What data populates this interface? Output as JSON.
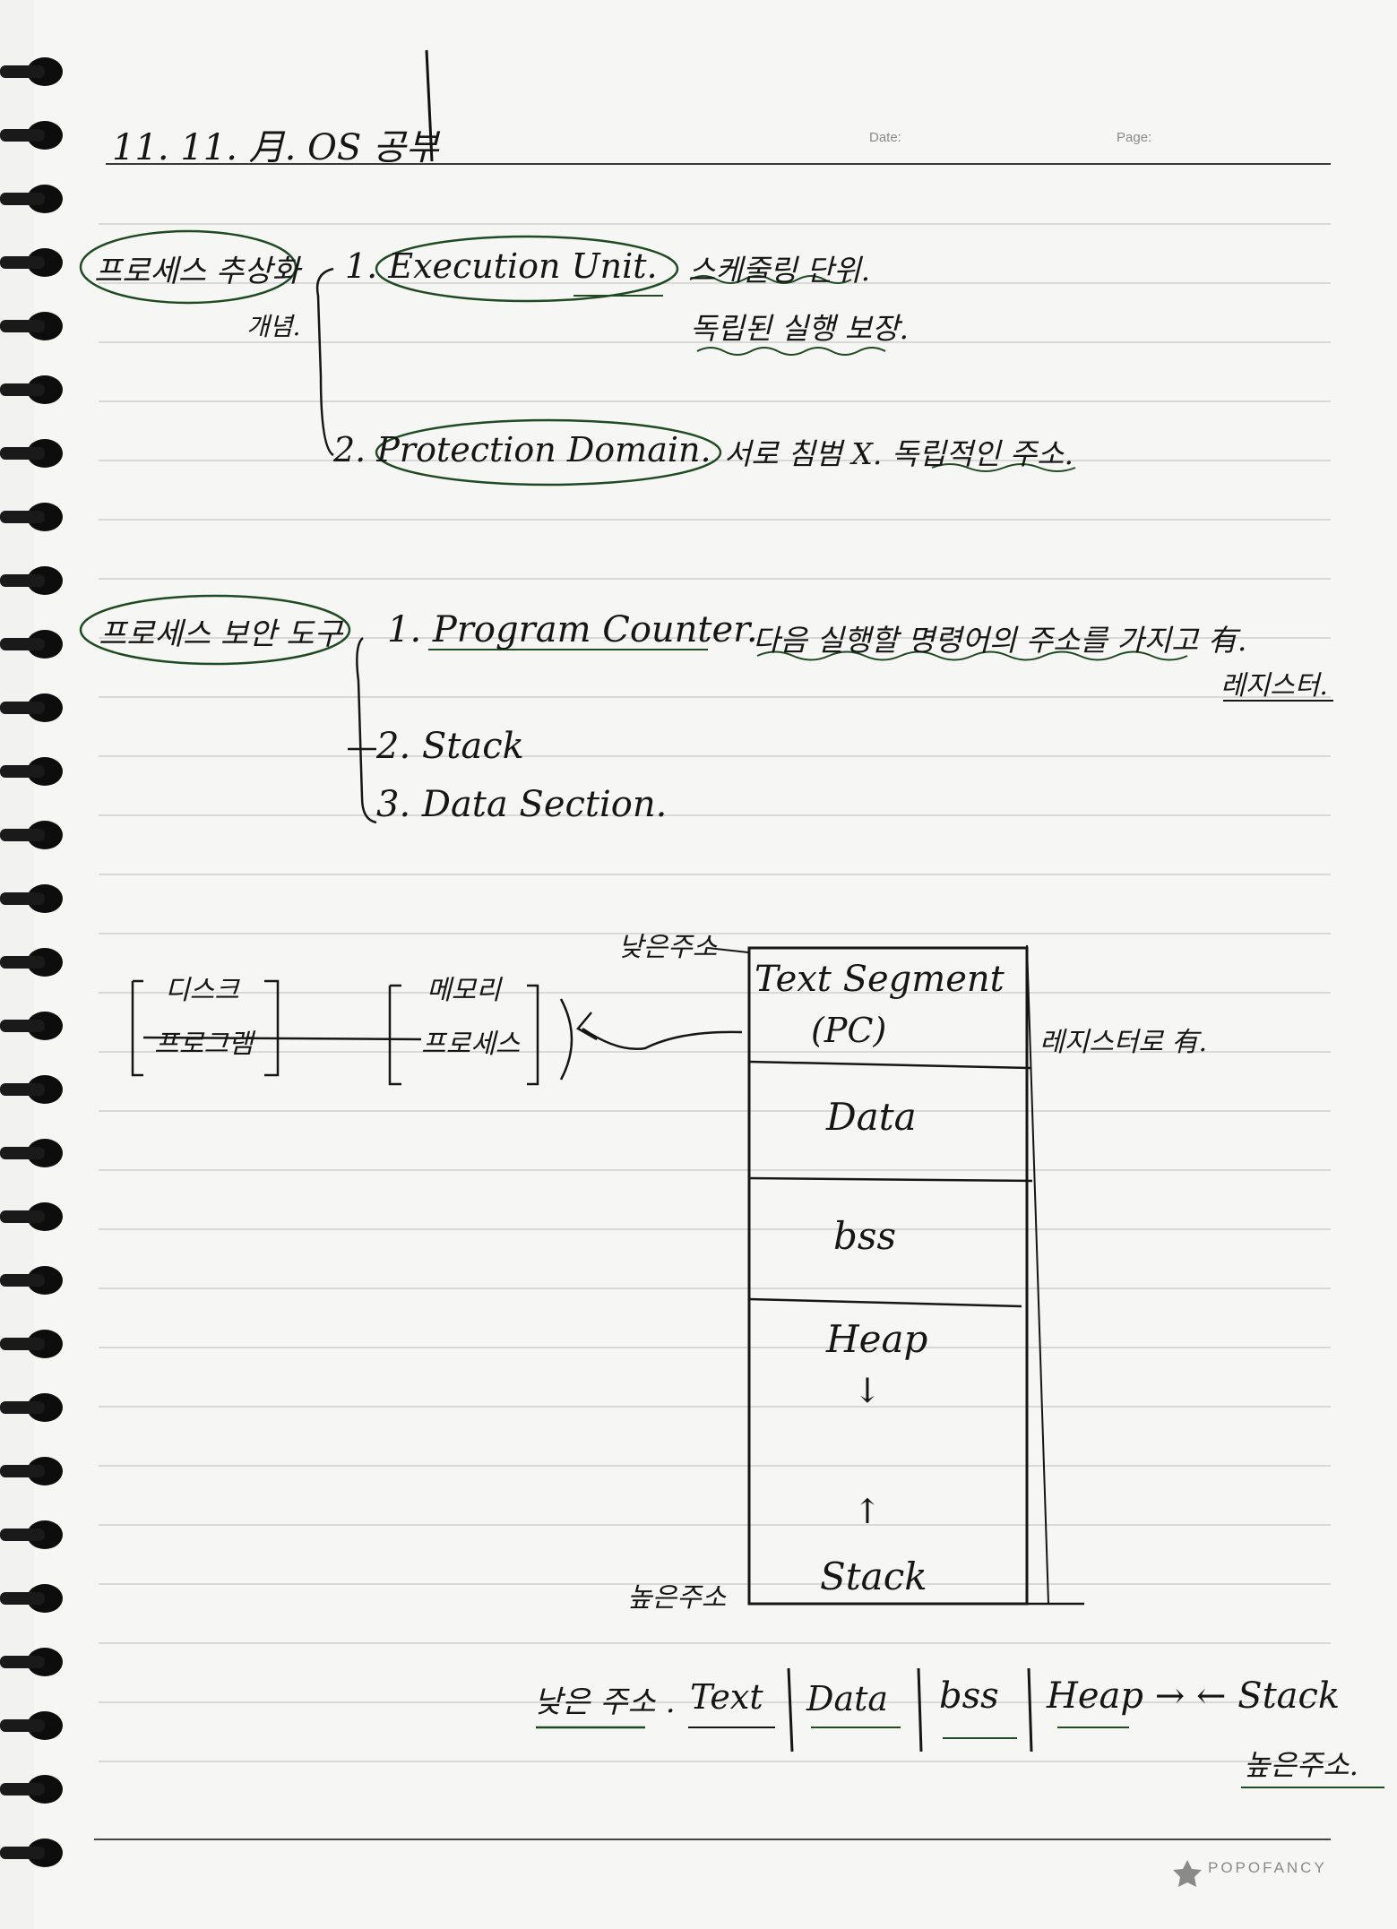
{
  "page": {
    "header": {
      "date_label": "Date:",
      "page_label": "Page:",
      "title": "11. 11. 月. OS 공부"
    },
    "brand": "POPOFANCY"
  },
  "section1": {
    "topic": "프로세스 추상화",
    "topic_sub": "개념.",
    "items": [
      {
        "term": "1. Execution Unit.",
        "notes": [
          "스케줄링 단위.",
          "독립된 실행 보장."
        ]
      },
      {
        "term": "2. Protection Domain.",
        "notes": [
          "서로 침범 X. 독립적인 주소."
        ]
      }
    ]
  },
  "section2": {
    "topic": "프로세스 보안 도구",
    "items": [
      {
        "term": "1. Program Counter.",
        "note": "다음 실행할 명령어의 주소를 가지고 有.",
        "note2": "레지스터."
      },
      {
        "term": "2. Stack"
      },
      {
        "term": "3. Data Section."
      }
    ]
  },
  "diagram": {
    "disk_box": {
      "title": "디스크",
      "content": "프로그램"
    },
    "memory_box": {
      "title": "메모리",
      "content": "프로세스"
    },
    "low_address_label": "낮은주소",
    "high_address_label": "높은주소",
    "segments": [
      {
        "label": "Text Segment",
        "sub": "(PC)"
      },
      {
        "label": "Data"
      },
      {
        "label": "bss"
      },
      {
        "label": "Heap",
        "arrow": "↓"
      },
      {
        "label": "Stack",
        "arrow": "↑"
      }
    ],
    "register_note": "레지스터로 有."
  },
  "summary": {
    "low_label": "낮은 주소 .",
    "items": [
      "Text",
      "Data",
      "bss",
      "Heap → ← Stack"
    ],
    "high_label": "높은주소."
  },
  "colors": {
    "ink": "#161616",
    "green_ink": "#1f4a22",
    "rule_line": "#cfcfcf",
    "paper": "#f2f2f0"
  }
}
